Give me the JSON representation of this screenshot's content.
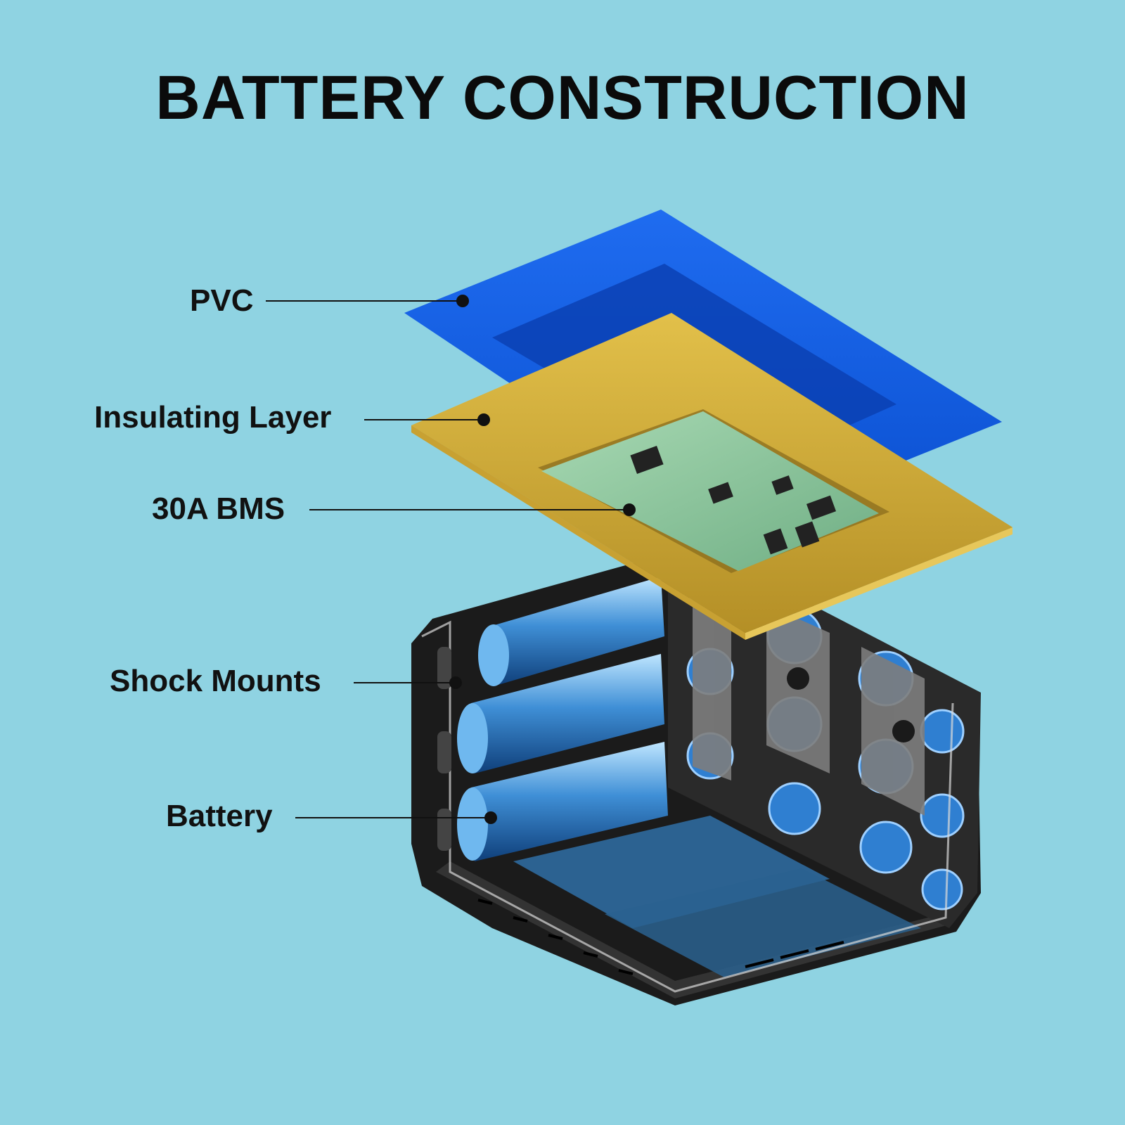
{
  "title": "BATTERY CONSTRUCTION",
  "colors": {
    "background": "#8fd3e2",
    "pvc": "#1a63e6",
    "insulating_layer": "#d8b23c",
    "pcb": "#8ec9a0",
    "cells": "#3f8fd6",
    "housing": "#1a1a1a",
    "text": "#111111"
  },
  "callouts": [
    {
      "id": "pvc",
      "label": "PVC"
    },
    {
      "id": "insulating-layer",
      "label": "Insulating Layer"
    },
    {
      "id": "bms",
      "label": "30A BMS"
    },
    {
      "id": "shock-mounts",
      "label": "Shock Mounts"
    },
    {
      "id": "battery",
      "label": "Battery"
    }
  ]
}
